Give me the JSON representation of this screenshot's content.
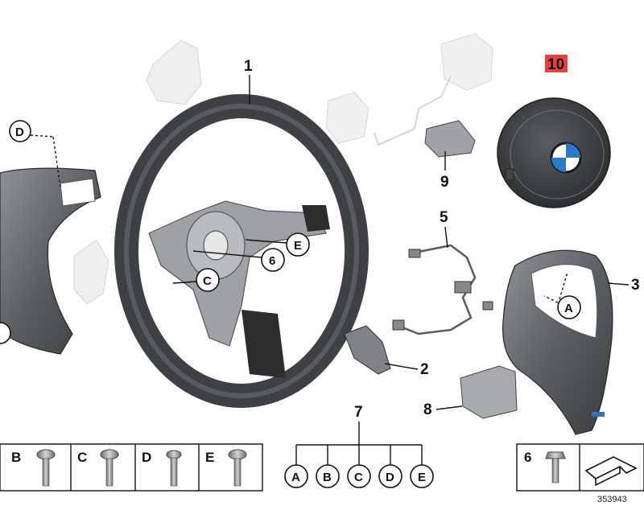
{
  "callouts": {
    "n1": "1",
    "n2": "2",
    "n3": "3",
    "n5": "5",
    "n6": "6",
    "n7": "7",
    "n8": "8",
    "n9": "9",
    "n10": "10"
  },
  "highlight_color": "#e8413c",
  "refs": {
    "a": "A",
    "b": "B",
    "c": "C",
    "d": "D",
    "e": "E"
  },
  "legend_left": {
    "b": "B",
    "c": "C",
    "d": "D",
    "e": "E"
  },
  "legend_7": {
    "a": "A",
    "b": "B",
    "c": "C",
    "d": "D",
    "e": "E"
  },
  "legend_right": {
    "num": "6"
  },
  "diagram_id": "353943"
}
